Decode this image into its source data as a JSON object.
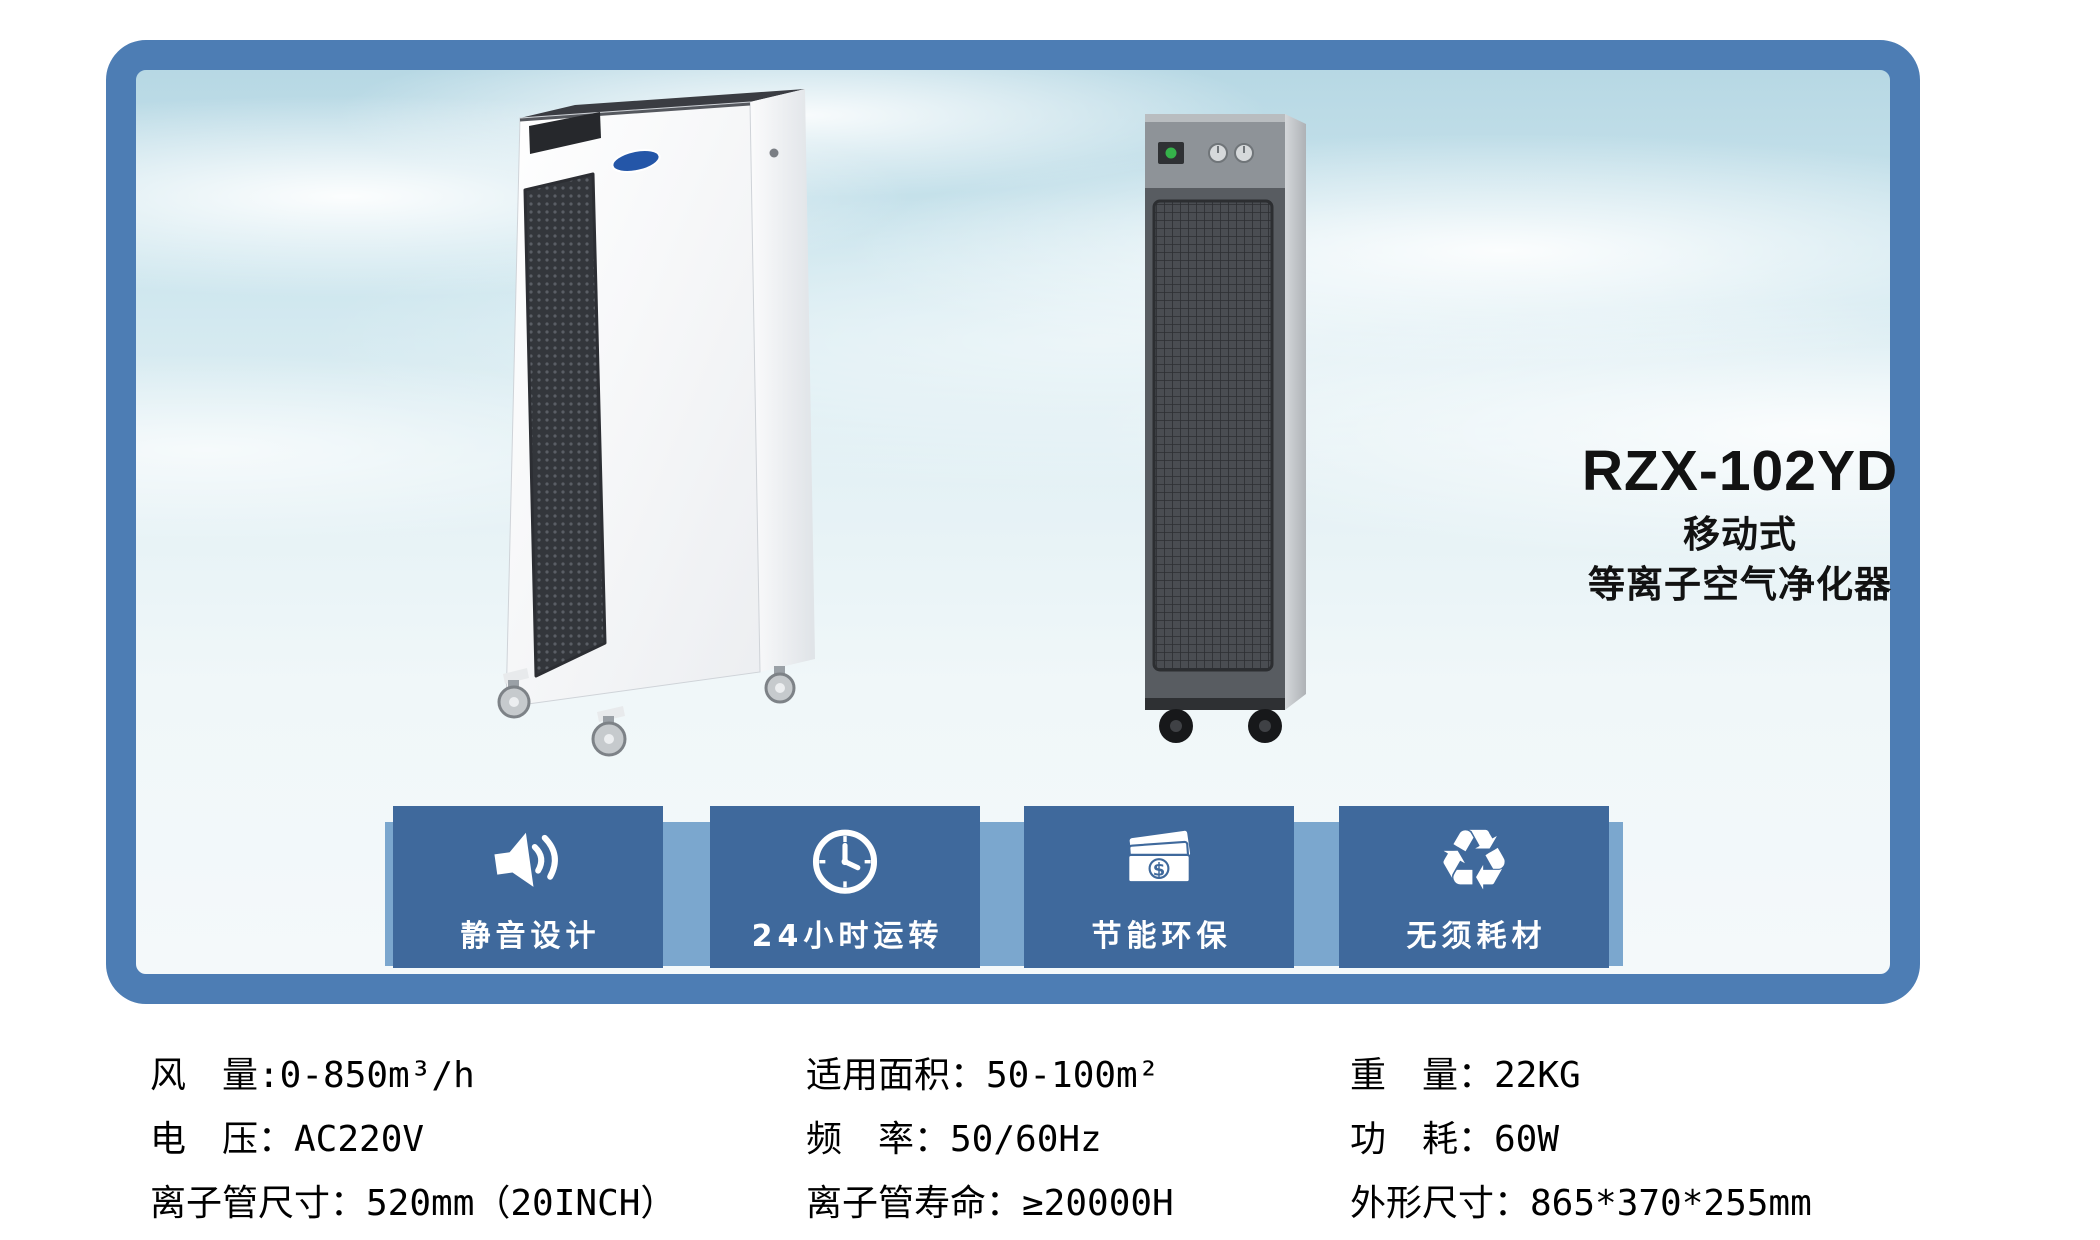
{
  "colors": {
    "frame_blue": "#4d7db4",
    "ribbon_blue": "#7ba7ce",
    "badge_blue": "#3f699c",
    "logo_blue": "#2456a8",
    "sky_top": "#b7d8e4",
    "sky_bottom": "#f4f9fa",
    "text_black": "#121212"
  },
  "title": {
    "model": "RZX-102YD",
    "line1": "移动式",
    "line2": "等离子空气净化器"
  },
  "badges": [
    {
      "icon": "mute-speaker-icon",
      "label": "静音设计"
    },
    {
      "icon": "clock-icon",
      "label": "24小时运转"
    },
    {
      "icon": "banknotes-icon",
      "label": "节能环保"
    },
    {
      "icon": "recycle-icon",
      "label": "无须耗材"
    }
  ],
  "icons": {
    "recycle_glyph": "♻",
    "currency_glyph": "$"
  },
  "specs": {
    "columns": [
      {
        "items": [
          "风　量:0-850m³/h",
          "电　压：AC220V",
          "离子管尺寸：520mm（20INCH）"
        ]
      },
      {
        "items": [
          "适用面积：50-100m²",
          "频　率：50/60Hz",
          "离子管寿命：≥20000H"
        ]
      },
      {
        "items": [
          "重　量：22KG",
          "功　耗：60W",
          "外形尺寸：865*370*255mm"
        ]
      }
    ]
  }
}
